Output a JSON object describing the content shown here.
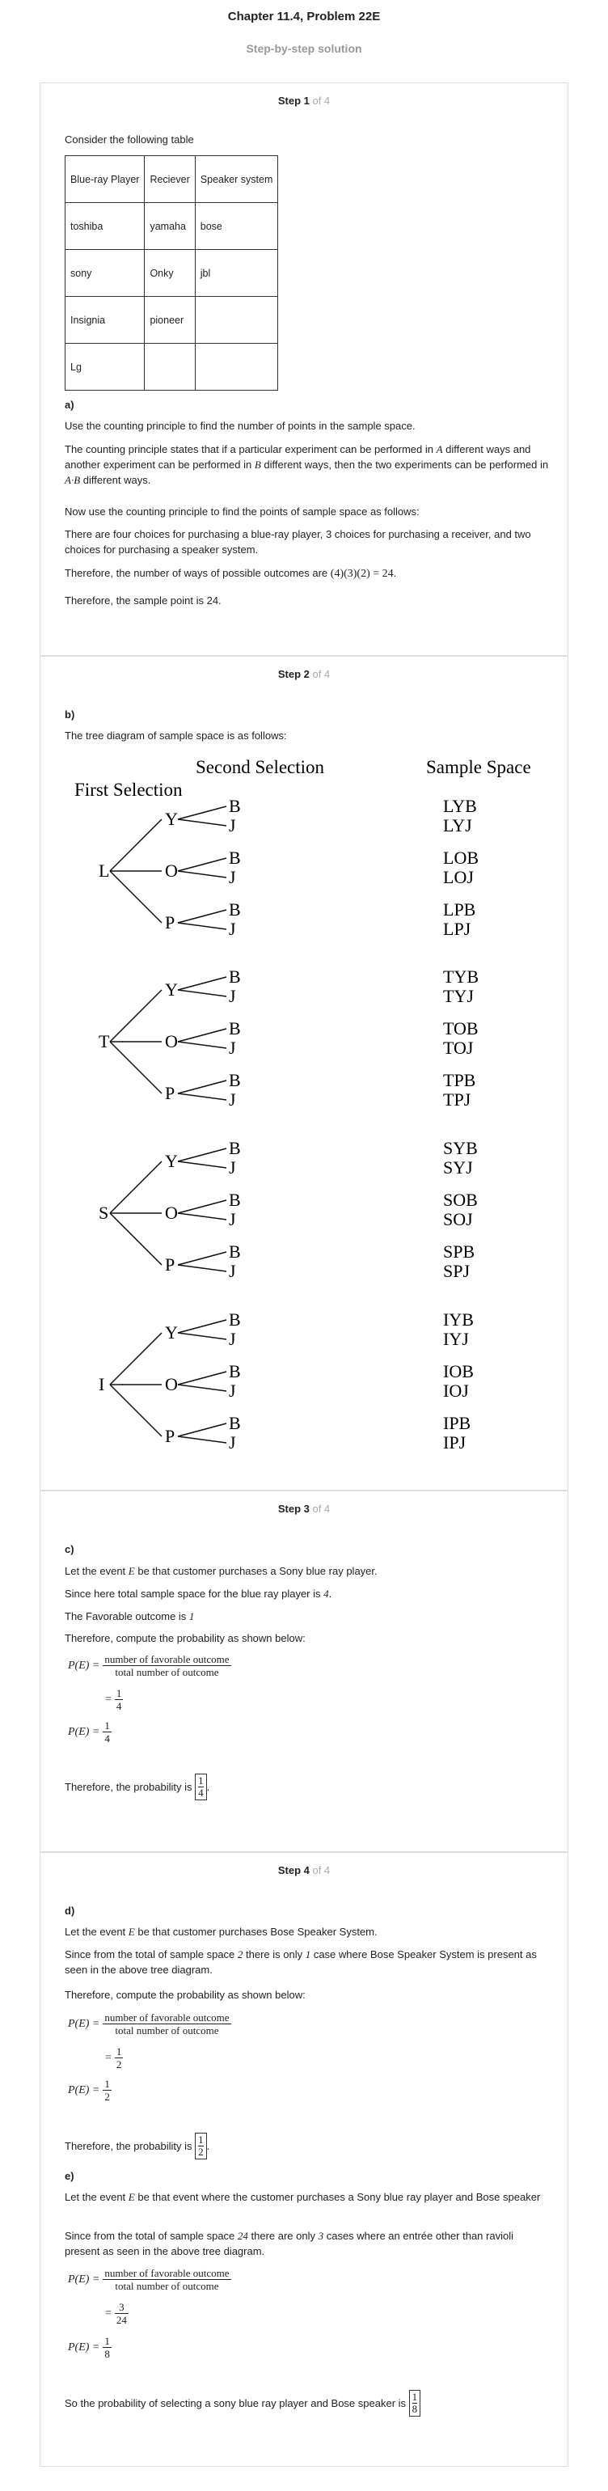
{
  "header": {
    "title": "Chapter 11.4, Problem 22E",
    "subtitle": "Step-by-step solution"
  },
  "steps": {
    "s1": {
      "label": "Step 1",
      "of": " of 4"
    },
    "s2": {
      "label": "Step 2",
      "of": " of 4"
    },
    "s3": {
      "label": "Step 3",
      "of": " of 4"
    },
    "s4": {
      "label": "Step 4",
      "of": " of 4"
    }
  },
  "step1": {
    "intro": "Consider the following table",
    "table": {
      "headers": [
        "Blue-ray Player",
        "Reciever",
        "Speaker system"
      ],
      "rows": [
        [
          "toshiba",
          "yamaha",
          "bose"
        ],
        [
          "sony",
          "Onky",
          "jbl"
        ],
        [
          "Insignia",
          "pioneer",
          ""
        ],
        [
          "Lg",
          "",
          ""
        ]
      ]
    },
    "part": "a)",
    "p1": "Use the counting principle to find the number of points in the sample space.",
    "p2a": "The counting principle states that if a particular experiment can be performed in ",
    "p2A": "A",
    "p2b": " different ways and another experiment can be performed in ",
    "p2B": "B",
    "p2c": " different ways, then the two experiments can be performed in ",
    "p2AB": "A·B",
    "p2d": " different ways.",
    "p3": "Now use the counting principle to find the points of sample space as follows:",
    "p4": "There are four choices for purchasing a blue-ray player, 3 choices for purchasing a receiver, and two choices for purchasing a speaker system.",
    "p5a": "Therefore, the number of ways of possible outcomes are ",
    "p5m": "(4)(3)(2) = 24",
    "p5b": ".",
    "p6": "Therefore, the sample point is 24."
  },
  "step2": {
    "part": "b)",
    "p1": "The tree diagram of sample space is as follows:",
    "tree": {
      "col1": "First Selection",
      "col2": "Second Selection",
      "col3": "Sample Space",
      "roots": [
        {
          "label": "L",
          "seconds": [
            "Y",
            "O",
            "P"
          ],
          "outcomes": [
            "LYB",
            "LYJ",
            "LOB",
            "LOJ",
            "LPB",
            "LPJ"
          ]
        },
        {
          "label": "T",
          "seconds": [
            "Y",
            "O",
            "P"
          ],
          "outcomes": [
            "TYB",
            "TYJ",
            "TOB",
            "TOJ",
            "TPB",
            "TPJ"
          ]
        },
        {
          "label": "S",
          "seconds": [
            "Y",
            "O",
            "P"
          ],
          "outcomes": [
            "SYB",
            "SYJ",
            "SOB",
            "SOJ",
            "SPB",
            "SPJ"
          ]
        },
        {
          "label": "I",
          "seconds": [
            "Y",
            "O",
            "P"
          ],
          "outcomes": [
            "IYB",
            "IYJ",
            "IOB",
            "IOJ",
            "IPB",
            "IPJ"
          ]
        }
      ],
      "leaves": [
        "B",
        "J"
      ]
    }
  },
  "step3": {
    "part": "c)",
    "p1a": "Let the event ",
    "p1E": "E",
    "p1b": " be that customer purchases a Sony blue ray player.",
    "p2a": "Since here total sample space for the blue ray player is ",
    "p2n": "4",
    "p2b": ".",
    "p3a": "The Favorable outcome is ",
    "p3n": "1",
    "p4": "Therefore, compute the probability as shown below:",
    "eq": {
      "lhs": "P(E) =",
      "num": "number of favorable outcome",
      "den": "total number of outcome",
      "r1n": "1",
      "r1d": "4",
      "r2n": "1",
      "r2d": "4"
    },
    "p5": "Therefore, the probability is ",
    "ansn": "1",
    "ansd": "4"
  },
  "step4": {
    "partd": "d)",
    "d1a": "Let the event ",
    "d1E": "E",
    "d1b": " be that customer purchases Bose Speaker System.",
    "d2a": "Since from the total of sample space ",
    "d2n": "2",
    "d2b": " there is only ",
    "d2m": "1",
    "d2c": " case where Bose Speaker System is present as seen in the above tree diagram.",
    "d3": "Therefore, compute the probability as shown below:",
    "deq": {
      "lhs": "P(E) =",
      "num": "number of favorable outcome",
      "den": "total number of outcome",
      "r1n": "1",
      "r1d": "2",
      "r2n": "1",
      "r2d": "2"
    },
    "d4": "Therefore, the probability is ",
    "dansn": "1",
    "dansd": "2",
    "parte": "e)",
    "e1a": "Let the event ",
    "e1E": "E",
    "e1b": " be that event where the customer purchases a Sony blue ray player and Bose speaker",
    "e2a": "Since from the total of sample space ",
    "e2n": "24",
    "e2b": " there are only ",
    "e2m": "3",
    "e2c": " cases where an entrée other than ravioli present as seen in the above tree diagram.",
    "eeq": {
      "lhs": "P(E) =",
      "num": "number of favorable outcome",
      "den": "total number of outcome",
      "r1n": "3",
      "r1d": "24",
      "r2n": "1",
      "r2d": "8"
    },
    "e3": "So the probability of selecting a sony blue ray player and Bose speaker is ",
    "eansn": "1",
    "eansd": "8"
  }
}
